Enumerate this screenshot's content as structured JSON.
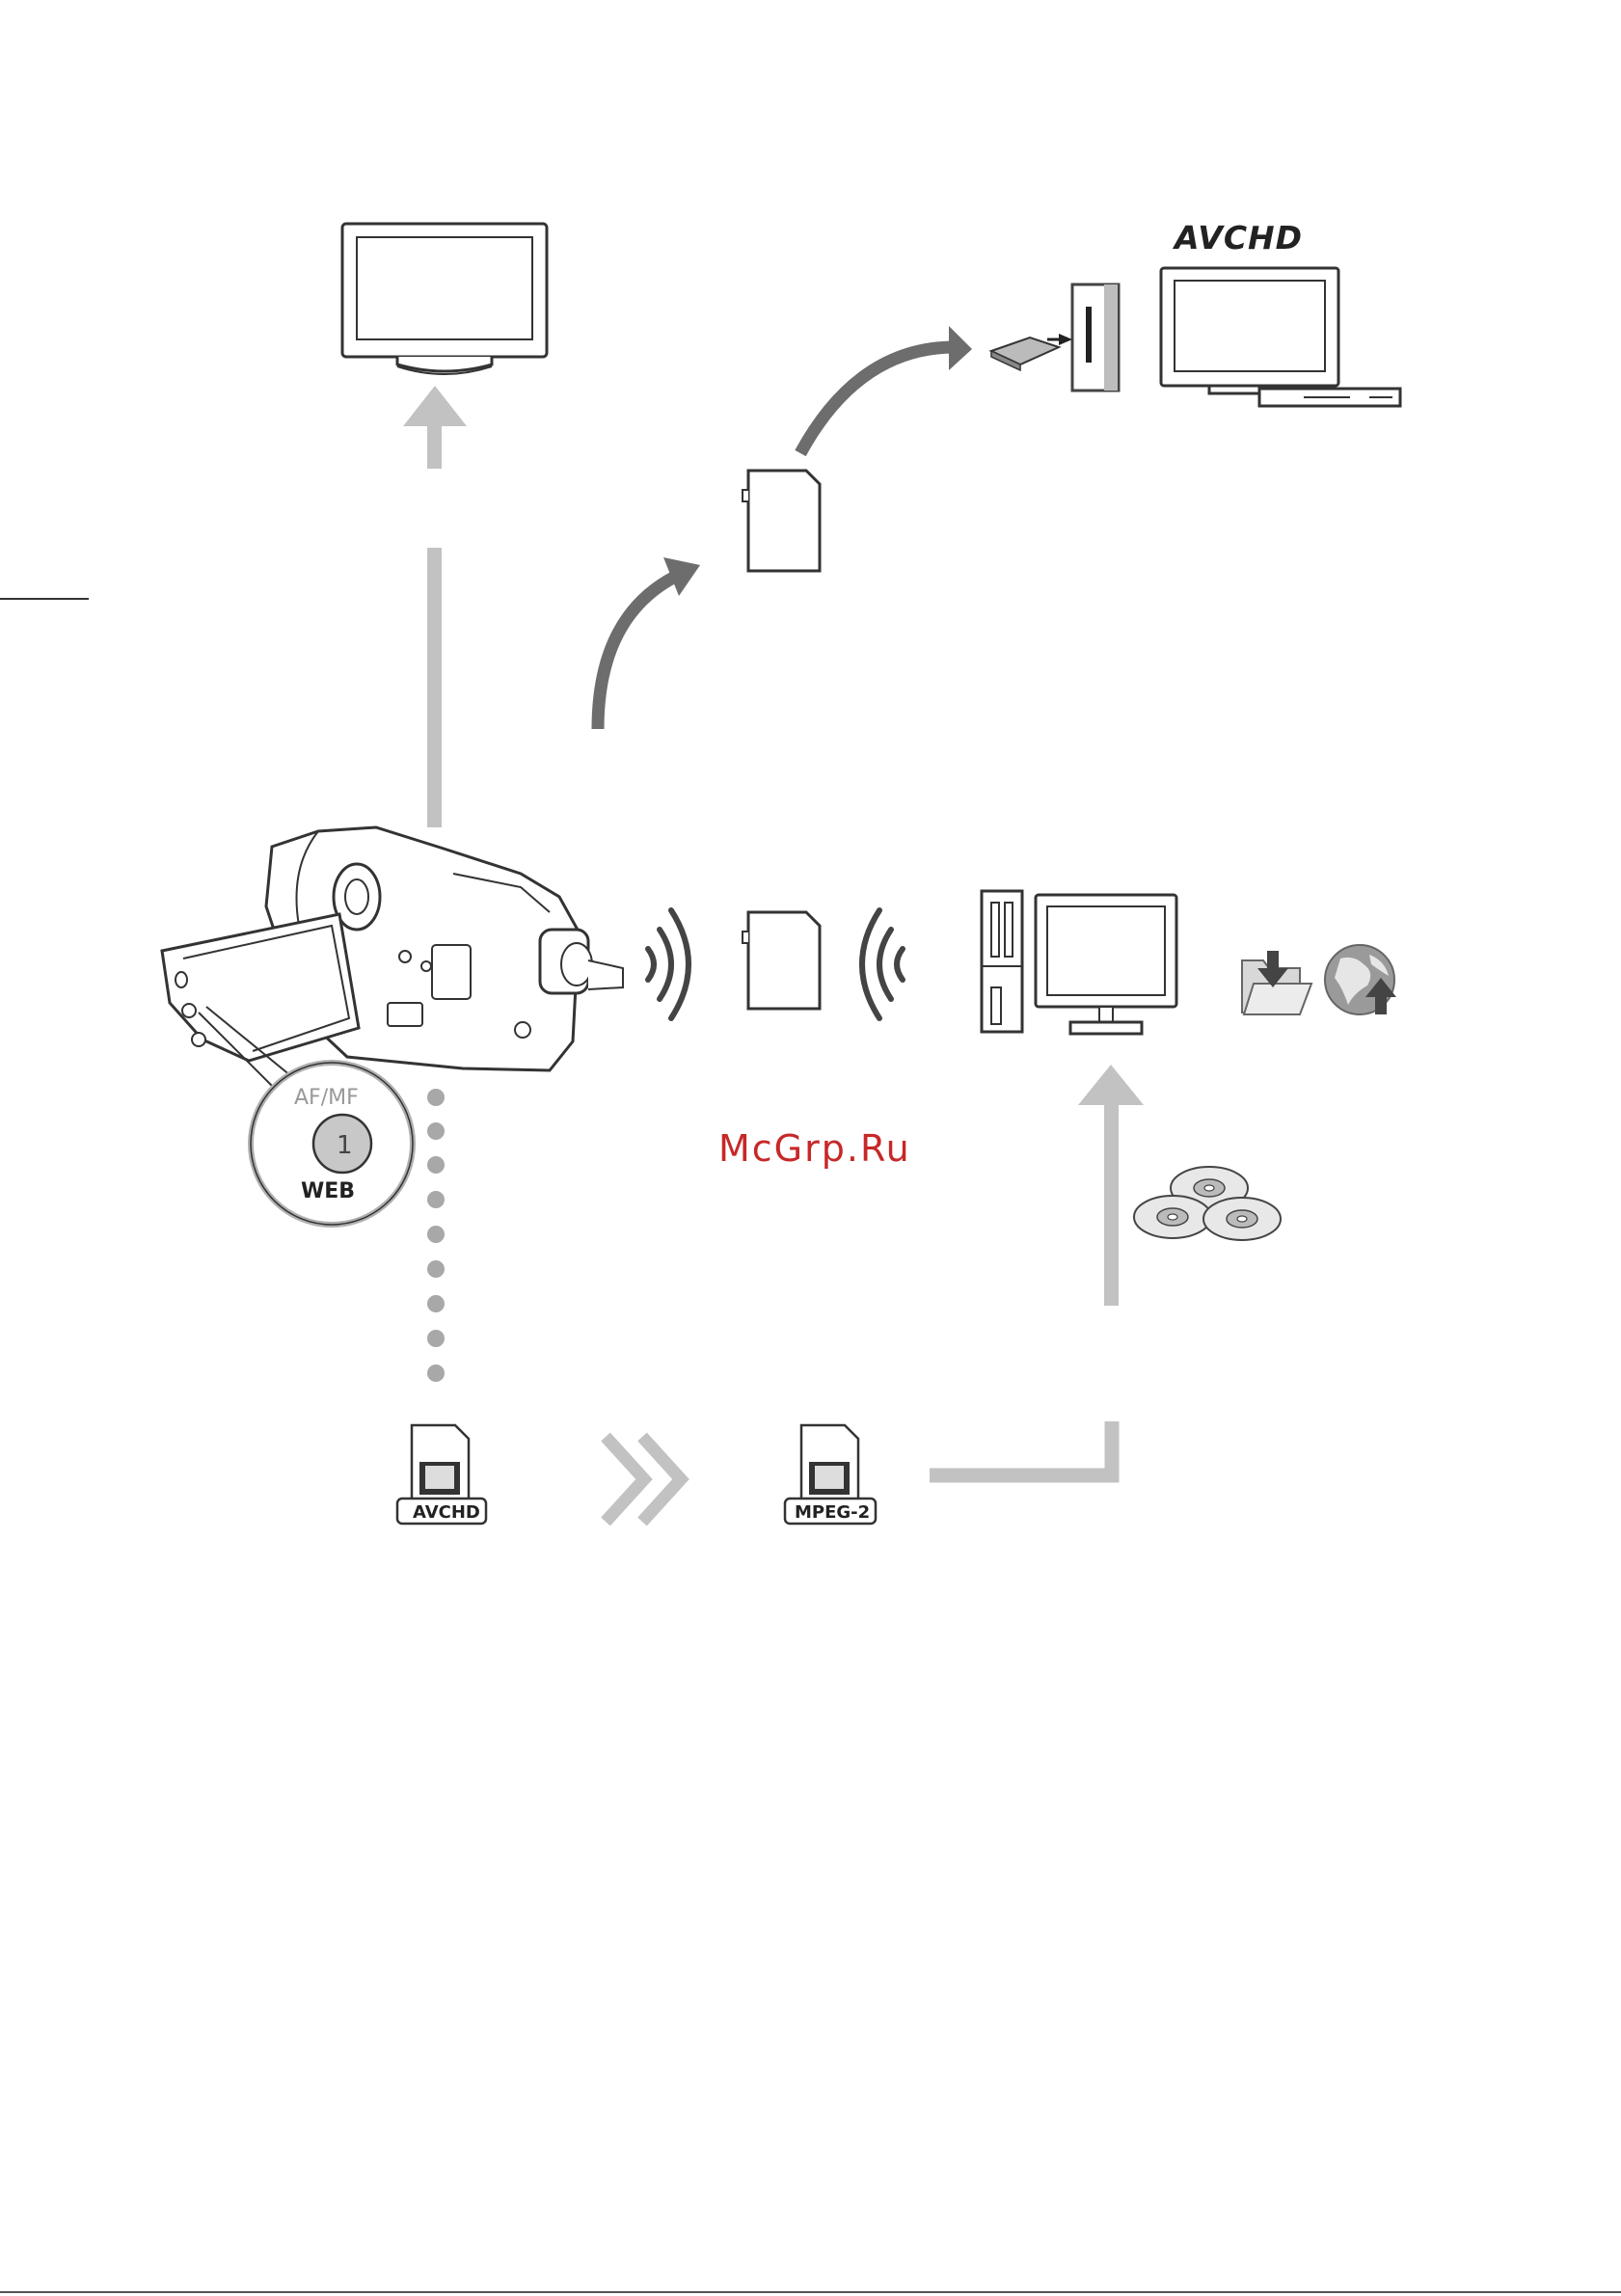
{
  "colors": {
    "line": "#333333",
    "arrow_light": "#c2c2c2",
    "arrow_dark": "#6d6d6d",
    "dots": "#a8a8a8",
    "watermark": "#c62828",
    "badge_fill": "#ffffff"
  },
  "labels": {
    "avchd_logo": "AVCHD",
    "dial_top": "AF/MF",
    "dial_button": "1",
    "dial_bottom": "WEB",
    "file_avchd": "AVCHD",
    "file_mpeg2": "MPEG-2",
    "watermark": "McGrp.Ru"
  },
  "icons": {
    "tv_top": "television-icon",
    "tv_with_recorder": "tv-with-recorder-icon",
    "sd_card": "sd-card-icon",
    "camcorder": "camcorder-icon",
    "wireless": "wireless-signal-icon",
    "computer": "desktop-computer-icon",
    "folder": "folder-download-icon",
    "web_globe": "web-upload-globe-icon",
    "discs": "discs-icon",
    "movie_file": "movie-file-icon",
    "double_chevron": "double-chevron-right-icon"
  }
}
